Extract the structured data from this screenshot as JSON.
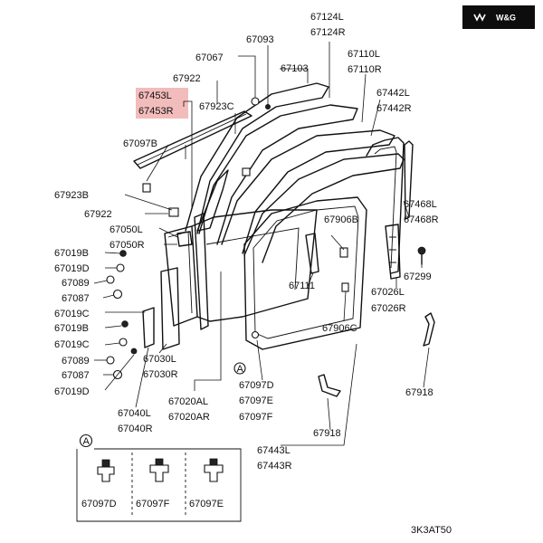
{
  "brand": {
    "text": "W&G"
  },
  "figure_code": "3K3AT50",
  "callout_letter": "A",
  "highlight_color": "#f3bcbc",
  "labels": {
    "p67093": "67093",
    "p67124L": "67124L",
    "p67124R": "67124R",
    "p67067": "67067",
    "p67103": "67103",
    "p67110L": "67110L",
    "p67110R": "67110R",
    "p67922a": "67922",
    "p67453L": "67453L",
    "p67453R": "67453R",
    "p67923C": "67923C",
    "p67442L": "67442L",
    "p67442R": "67442R",
    "p67097B": "67097B",
    "p67923B": "67923B",
    "p67468L": "67468L",
    "p67468R": "67468R",
    "p67922b": "67922",
    "p67906B": "67906B",
    "p67050L": "67050L",
    "p67050R": "67050R",
    "p67019Ba": "67019B",
    "p67299": "67299",
    "p67019Da": "67019D",
    "p67089a": "67089",
    "p67111": "67111",
    "p67026L": "67026L",
    "p67087a": "67087",
    "p67026R": "67026R",
    "p67019Ca": "67019C",
    "p67906C": "67906C",
    "p67019Bb": "67019B",
    "p67019Cb": "67019C",
    "p67030L": "67030L",
    "p67089b": "67089",
    "p67030R": "67030R",
    "p67097Da": "67097D",
    "p67087b": "67087",
    "p67918a": "67918",
    "p67019Db": "67019D",
    "p67020AL": "67020AL",
    "p67097Ea": "67097E",
    "p67040L": "67040L",
    "p67020AR": "67020AR",
    "p67097Fa": "67097F",
    "p67040R": "67040R",
    "p67918b": "67918",
    "p67443L": "67443L",
    "p67443R": "67443R",
    "p67097Db": "67097D",
    "p67097Fb": "67097F",
    "p67097Eb": "67097E"
  }
}
